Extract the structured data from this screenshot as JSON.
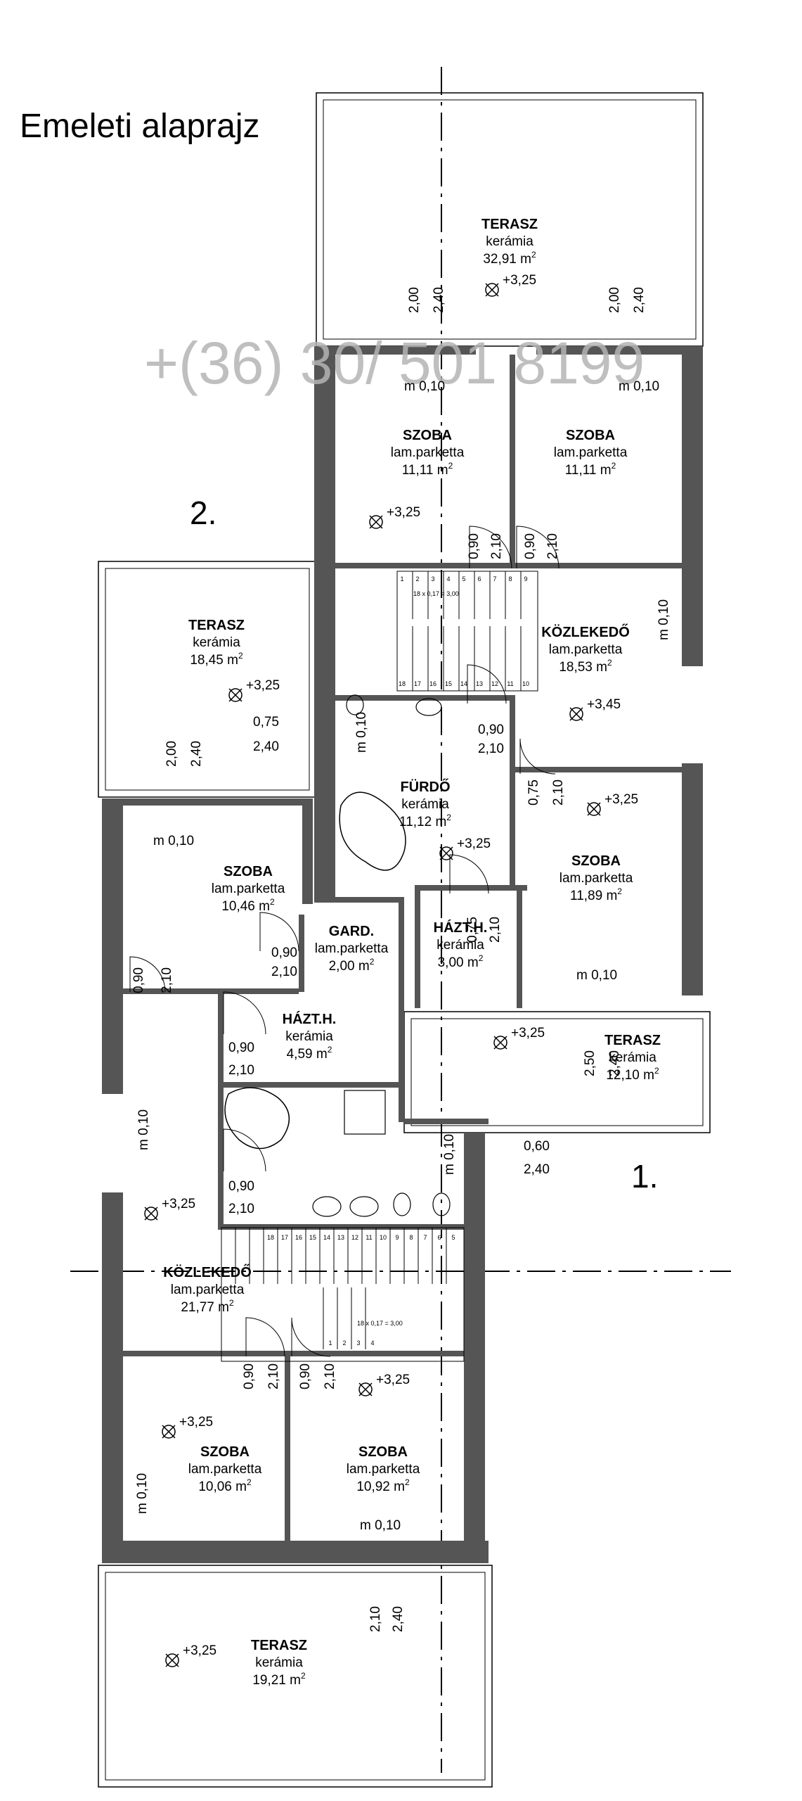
{
  "title": "Emeleti alaprajz",
  "watermark": "+(36) 30/ 501 8199",
  "unit_labels": [
    "1.",
    "2."
  ],
  "colors": {
    "wall": "#555555",
    "wall_light": "#9a9a9a",
    "line": "#000000",
    "watermark": "#b4b4b4"
  },
  "rooms": [
    {
      "name": "TERASZ",
      "finish": "kerámia",
      "area": "32,91",
      "level": "+3,25"
    },
    {
      "name": "SZOBA",
      "finish": "lam.parketta",
      "area": "11,11",
      "level": "+3,25"
    },
    {
      "name": "SZOBA",
      "finish": "lam.parketta",
      "area": "11,11",
      "level": ""
    },
    {
      "name": "KÖZLEKEDŐ",
      "finish": "lam.parketta",
      "area": "18,53",
      "level": "+3,45"
    },
    {
      "name": "TERASZ",
      "finish": "kerámia",
      "area": "18,45",
      "level": "+3,25"
    },
    {
      "name": "FÜRDŐ",
      "finish": "kerámia",
      "area": "11,12",
      "level": "+3,25"
    },
    {
      "name": "SZOBA",
      "finish": "lam.parketta",
      "area": "11,89",
      "level": "+3,25"
    },
    {
      "name": "SZOBA",
      "finish": "lam.parketta",
      "area": "10,46",
      "level": ""
    },
    {
      "name": "GARD.",
      "finish": "lam.parketta",
      "area": "2,00",
      "level": ""
    },
    {
      "name": "HÁZT.H.",
      "finish": "kerámia",
      "area": "3,00",
      "level": ""
    },
    {
      "name": "HÁZT.H.",
      "finish": "kerámia",
      "area": "4,59",
      "level": ""
    },
    {
      "name": "TERASZ",
      "finish": "kerámia",
      "area": "12,10",
      "level": "+3,25"
    },
    {
      "name": "KÖZLEKEDŐ",
      "finish": "lam.parketta",
      "area": "21,77",
      "level": "+3,25"
    },
    {
      "name": "SZOBA",
      "finish": "lam.parketta",
      "area": "10,06",
      "level": "+3,25"
    },
    {
      "name": "SZOBA",
      "finish": "lam.parketta",
      "area": "10,92",
      "level": "+3,25"
    },
    {
      "name": "TERASZ",
      "finish": "kerámia",
      "area": "19,21",
      "level": "+3,25"
    }
  ],
  "area_unit": "m",
  "area_exp": "2",
  "stair_note": "18 x 0,17 = 3,00",
  "stair_steps_upper": [
    "1",
    "2",
    "3",
    "4",
    "5",
    "6",
    "7",
    "8",
    "9",
    "10",
    "11",
    "12",
    "13",
    "14",
    "15",
    "16",
    "17",
    "18"
  ],
  "stair_steps_lower": [
    "1",
    "2",
    "3",
    "4",
    "5",
    "6",
    "7",
    "8",
    "9",
    "10",
    "11",
    "12",
    "13",
    "14",
    "15",
    "16",
    "17",
    "18"
  ],
  "dimensions": [
    "2,00",
    "2,40",
    "2,00",
    "2,40",
    "m 0,10",
    "m 0,10",
    "0,90",
    "2,10",
    "0,90",
    "2,10",
    "m 0,10",
    "2,00",
    "2,40",
    "0,75",
    "2,40",
    "m 0,10",
    "0,90",
    "2,10",
    "0,75",
    "2,10",
    "m 0,10",
    "0,90",
    "2,10",
    "0,90",
    "2,10",
    "0,75",
    "2,10",
    "m 0,10",
    "0,90",
    "2,10",
    "2,50",
    "2,40",
    "m 0,10",
    "m 0,10",
    "0,60",
    "2,40",
    "0,90",
    "2,10",
    "0,90",
    "2,10",
    "0,90",
    "2,10",
    "m 0,10",
    "m 0,10",
    "2,10",
    "2,40"
  ]
}
